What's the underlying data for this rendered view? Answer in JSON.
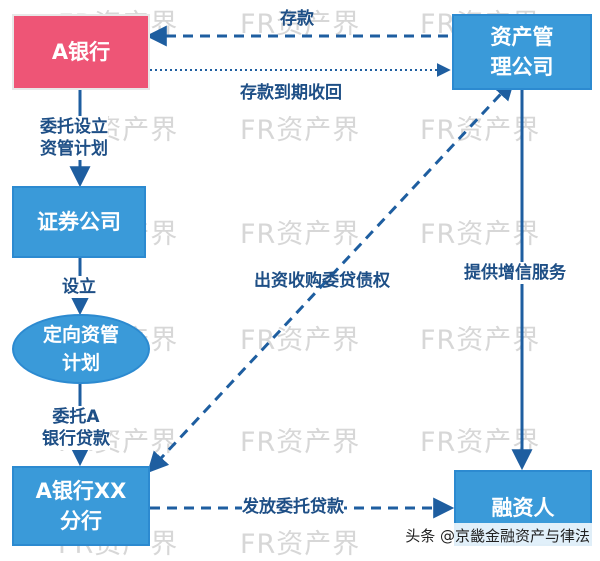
{
  "watermark": "FR资产界",
  "nodes": {
    "bank_a": "A银行",
    "asset_mgmt": "资产管\n理公司",
    "securities": "证券公司",
    "directed_plan": "定向资管\n计划",
    "bank_branch": "A银行XX\n分行",
    "borrower": "融资人"
  },
  "edges": {
    "deposit": "存款",
    "deposit_return": "存款到期收回",
    "entrust_setup": "委托设立\n资管计划",
    "setup": "设立",
    "entrust_bank_loan": "委托A\n银行贷款",
    "buy_claims": "出资收购委贷债权",
    "credit_enhance": "提供增信服务",
    "issue_loan": "发放委托贷款"
  },
  "source": "头条 @京畿金融资产与律法",
  "colors": {
    "node_blue": "#3a9ad9",
    "node_pink": "#ee5576",
    "arrow": "#1e5ea0",
    "label": "#1e4f86",
    "watermark": "#d7d7d7"
  }
}
